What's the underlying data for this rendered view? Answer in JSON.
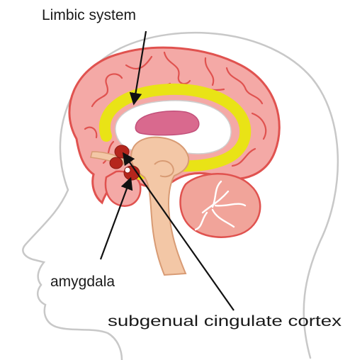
{
  "labels": {
    "limbic_system": "Limbic system",
    "amygdala": "amygdala",
    "subgenual_cingulate_cortex": "subgenual cingulate cortex"
  },
  "colors": {
    "brain_fill": "#f4a9a6",
    "brain_outline": "#e0524f",
    "limbic_ring": "#e9e316",
    "corpus_callosum": "#ffffff",
    "ventricle": "#d9698e",
    "thalamus_brainstem": "#f3c7a6",
    "amygdala": "#b5261d",
    "cerebellum": "#f1a49a",
    "head_outline": "#c8c8c8",
    "pointer": "#111111"
  }
}
